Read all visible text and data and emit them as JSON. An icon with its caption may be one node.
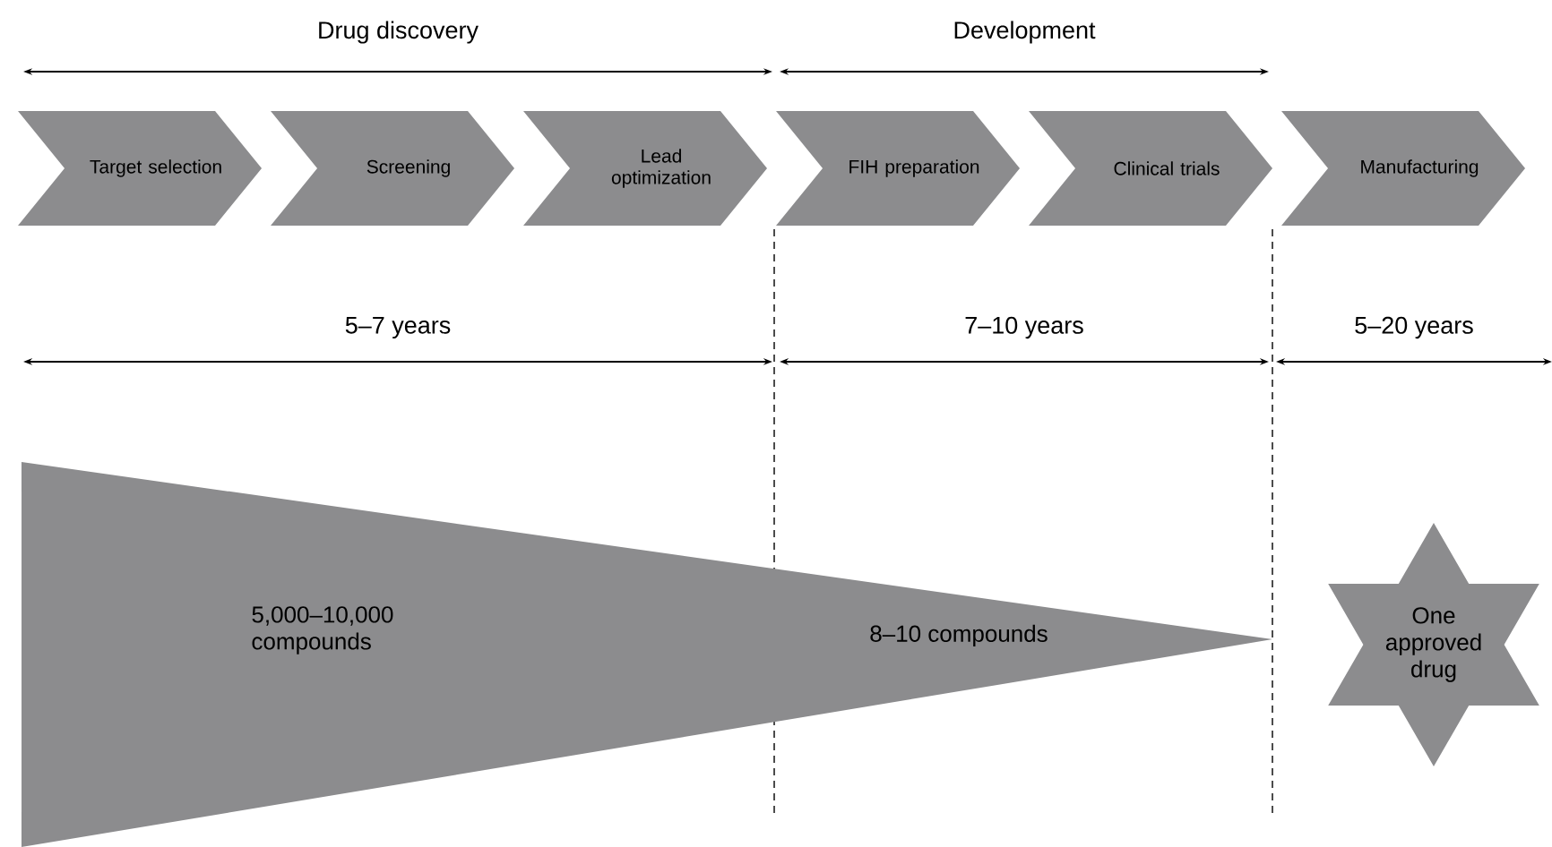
{
  "diagram": {
    "nodes": [
      {
        "text": [
          "Target selection"
        ]
      },
      {
        "text": [
          "Screening"
        ]
      },
      {
        "text": [
          "Lead optimization"
        ]
      },
      {
        "text": [
          "FIH preparation"
        ]
      },
      {
        "text": [
          "Clinical trials"
        ]
      },
      {
        "text": [
          "Manufacturing"
        ]
      },
      {
        "text": [
          "5,000–10,000 compounds",
          "8–10 compounds"
        ]
      },
      {
        "text": [
          "One approved drug"
        ]
      }
    ],
    "edges": [],
    "labels": [
      "Drug discovery",
      "Development",
      "5–7 years",
      "7–10 years",
      "5–20 years"
    ]
  }
}
